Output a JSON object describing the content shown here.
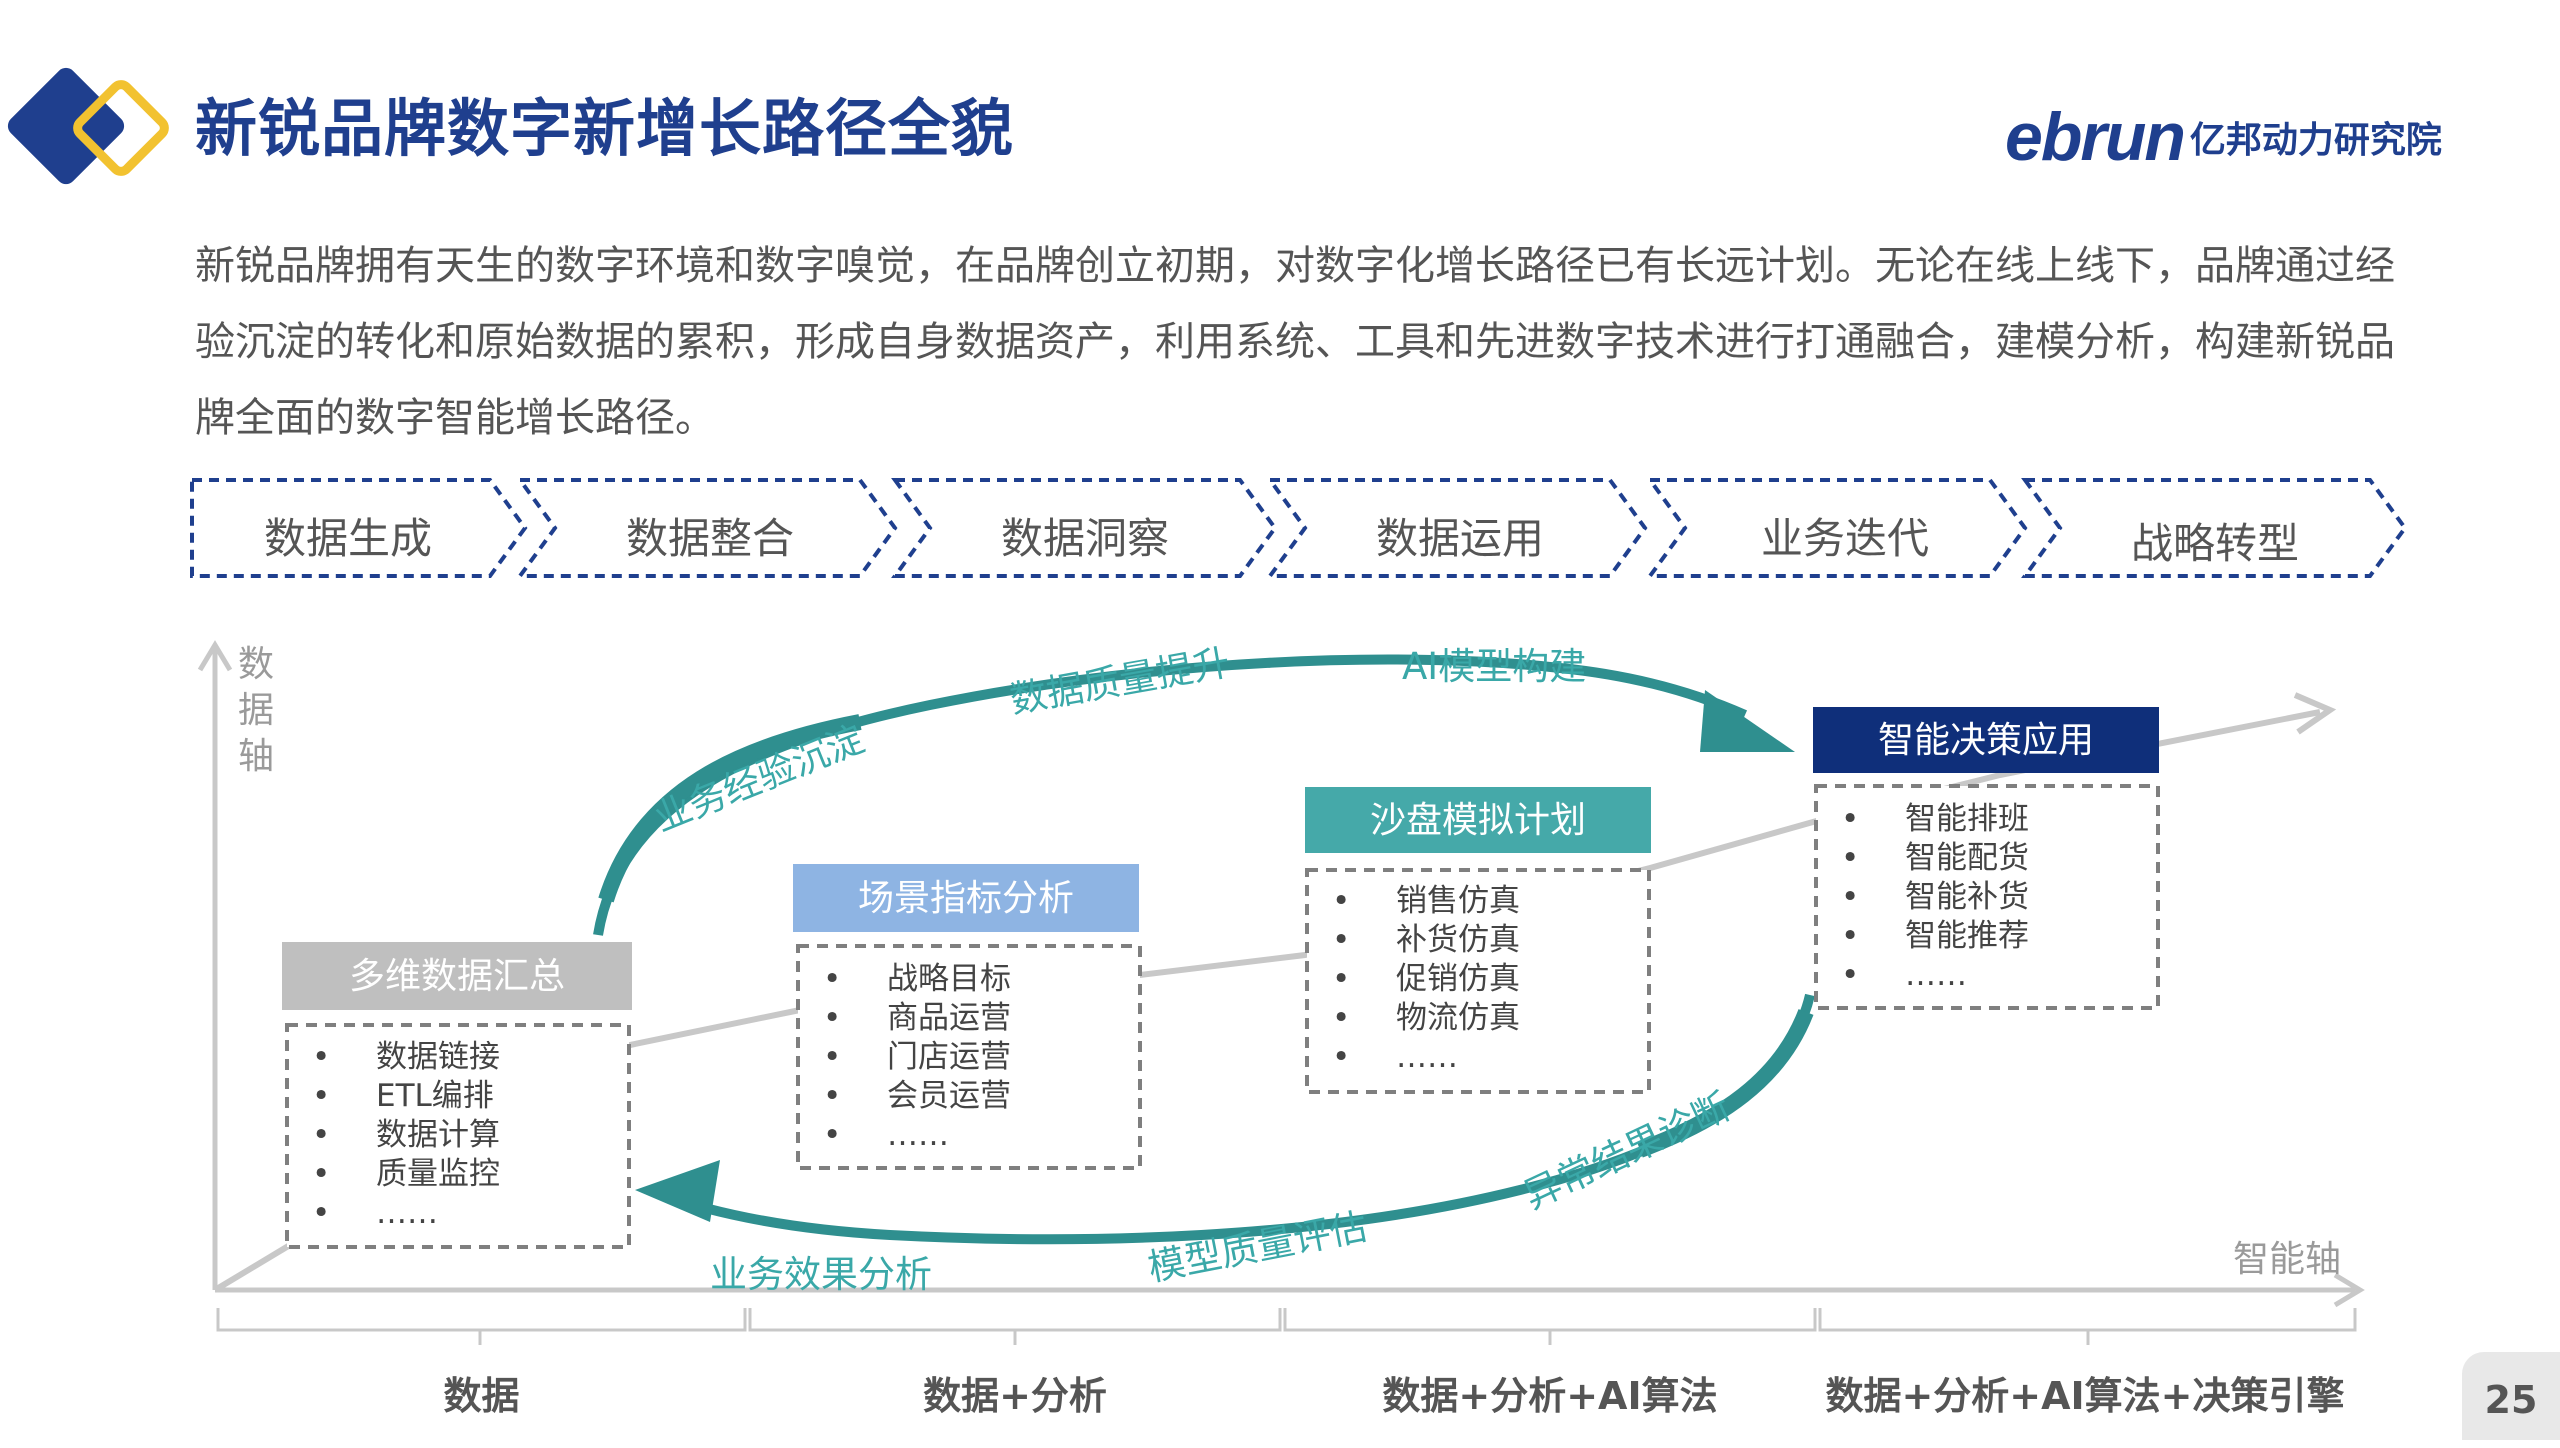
{
  "header": {
    "title": "新锐品牌数字新增长路径全貌",
    "logo_brand": "ebrun",
    "logo_org": "亿邦动力研究院"
  },
  "intro": "新锐品牌拥有天生的数字环境和数字嗅觉，在品牌创立初期，对数字化增长路径已有长远计划。无论在线上线下，品牌通过经验沉淀的转化和原始数据的累积，形成自身数据资产，利用系统、工具和先进数字技术进行打通融合，建模分析，构建新锐品牌全面的数字智能增长路径。",
  "stages": [
    "数据生成",
    "数据整合",
    "数据洞察",
    "数据运用",
    "业务迭代",
    "战略转型"
  ],
  "axes": {
    "vertical": "数据轴",
    "horizontal": "智能轴"
  },
  "boxes": [
    {
      "title": "多维数据汇总",
      "items": [
        "数据链接",
        "ETL编排",
        "数据计算",
        "质量监控",
        "……"
      ]
    },
    {
      "title": "场景指标分析",
      "items": [
        "战略目标",
        "商品运营",
        "门店运营",
        "会员运营",
        "……"
      ]
    },
    {
      "title": "沙盘模拟计划",
      "items": [
        "销售仿真",
        "补货仿真",
        "促销仿真",
        "物流仿真",
        "……"
      ]
    },
    {
      "title": "智能决策应用",
      "items": [
        "智能排班",
        "智能配货",
        "智能补货",
        "智能推荐",
        "……"
      ]
    }
  ],
  "bullet": "•",
  "flows": {
    "top": [
      "业务经验沉淀",
      "数据质量提升",
      "AI模型构建"
    ],
    "bottom": [
      "异常结果诊断",
      "模型质量评估",
      "业务效果分析"
    ]
  },
  "phases": [
    "数据",
    "数据+分析",
    "数据+分析+AI算法",
    "数据+分析+AI算法+决策引擎"
  ],
  "page_number": "25",
  "colors": {
    "brand_blue": "#1f3f8e",
    "teal": "#3aa8a8",
    "gold": "#f2c230",
    "box_gray": "#bfbfbf",
    "box_lightblue": "#8eb4e3",
    "box_teal": "#45a9a9",
    "box_navy": "#0f2f7a"
  }
}
